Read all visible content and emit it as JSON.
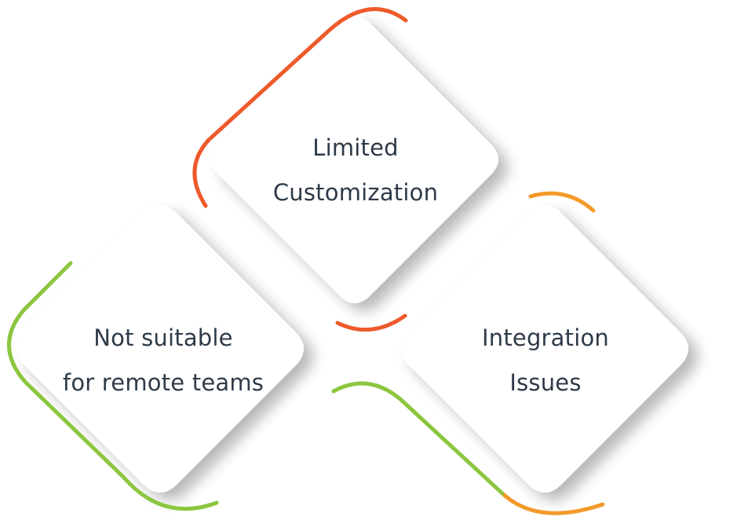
{
  "diagram": {
    "colors": {
      "orange_red": "#ee5a2a",
      "orange": "#f39a2b",
      "green": "#8cc63f",
      "text": "#2e3a48",
      "card": "#ffffff"
    },
    "diamonds": [
      {
        "id": "top",
        "line1": "Limited",
        "line2": "Customization",
        "accent": "orange_red"
      },
      {
        "id": "left",
        "line1": "Not suitable",
        "line2": "for remote teams",
        "accent": "green"
      },
      {
        "id": "right",
        "line1": "Integration",
        "line2": "Issues",
        "accent": "orange"
      }
    ]
  }
}
